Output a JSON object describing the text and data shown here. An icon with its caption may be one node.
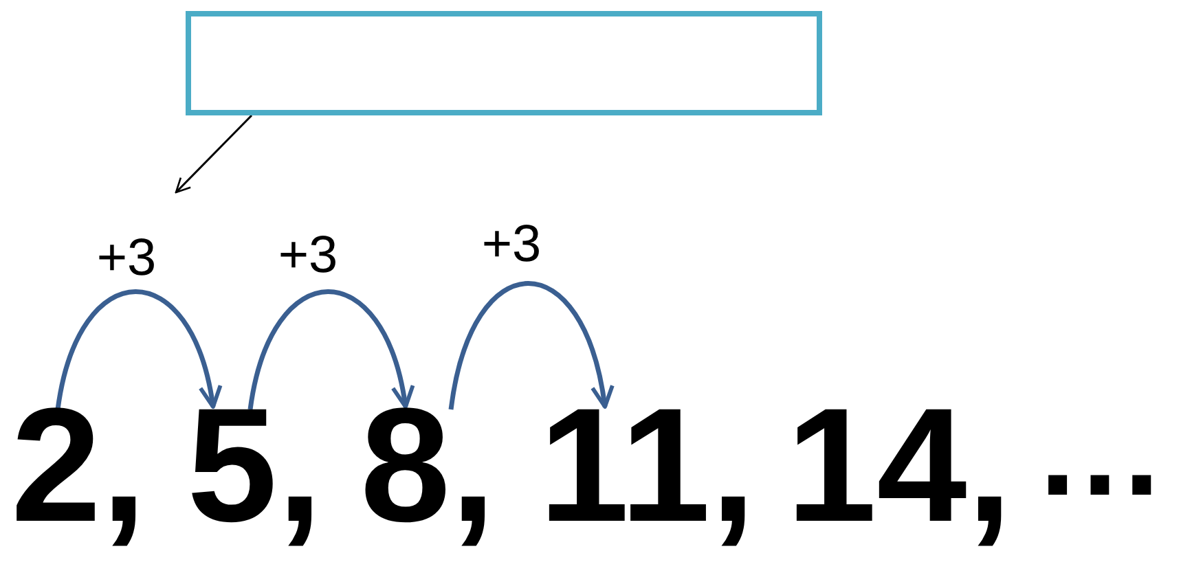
{
  "diagram": {
    "nodes": [
      {
        "text": [],
        "shape": "box"
      },
      {
        "text": [
          "2,"
        ]
      },
      {
        "text": [
          "5,"
        ]
      },
      {
        "text": [
          "8,"
        ]
      },
      {
        "text": [
          "11,"
        ]
      }
    ],
    "edges": [
      {
        "from": 0,
        "to": null,
        "arrow": "to",
        "color": "#000000"
      },
      {
        "from": 1,
        "to": 2,
        "arrow": "to",
        "label": "+3"
      },
      {
        "from": 2,
        "to": 3,
        "arrow": "to",
        "label": "+3"
      },
      {
        "from": 3,
        "to": 4,
        "arrow": "to",
        "label": "+3"
      }
    ],
    "labels": [
      "14,",
      "…"
    ]
  }
}
